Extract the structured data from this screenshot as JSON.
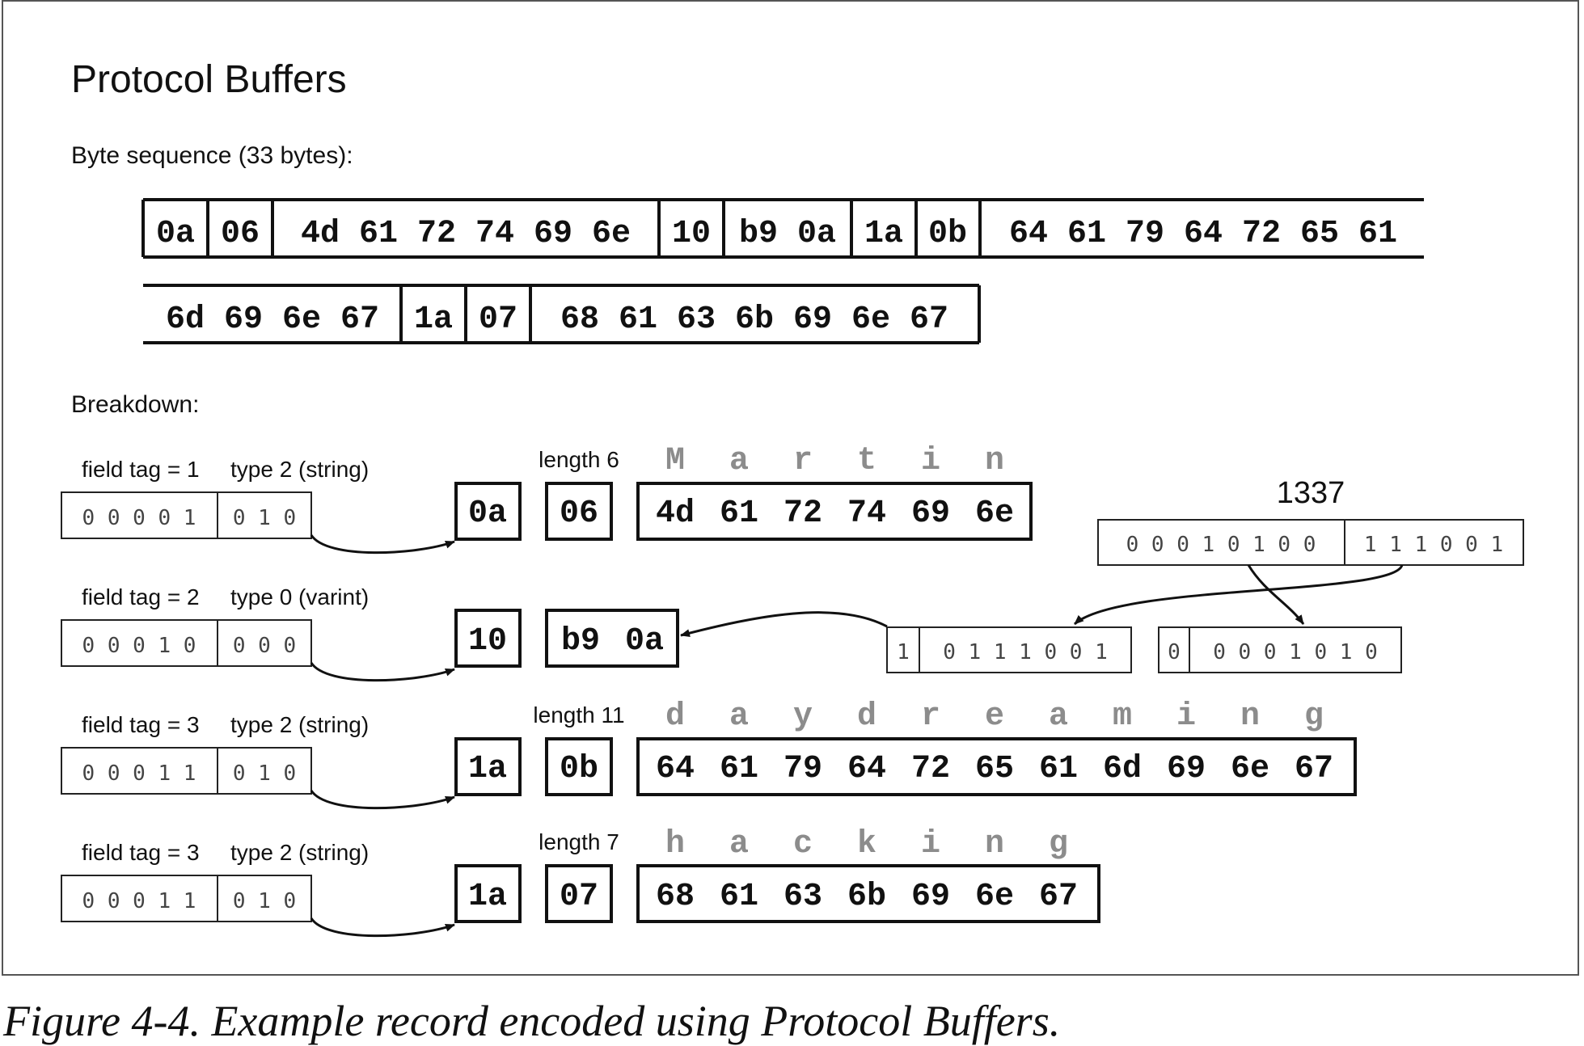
{
  "title": "Protocol Buffers",
  "byte_sequence_label": "Byte sequence (33 bytes):",
  "byte_row1": [
    "0a",
    "06",
    "4d 61 72 74 69 6e",
    "10",
    "b9 0a",
    "1a",
    "0b",
    "64 61 79 64 72 65 61"
  ],
  "byte_row2": [
    "6d 69 6e 67",
    "1a",
    "07",
    "68 61 63 6b 69 6e 67"
  ],
  "breakdown_label": "Breakdown:",
  "fields": [
    {
      "tag_label": "field tag = 1",
      "type_label": "type 2 (string)",
      "tag_bits": "0 0 0 0 1",
      "type_bits": "0 1 0",
      "tag_byte": "0a",
      "length_label": "length 6",
      "length_byte": "06",
      "chars": [
        "M",
        "a",
        "r",
        "t",
        "i",
        "n"
      ],
      "value_bytes": [
        "4d",
        "61",
        "72",
        "74",
        "69",
        "6e"
      ]
    },
    {
      "tag_label": "field tag = 2",
      "type_label": "type 0 (varint)",
      "tag_bits": "0 0 0 1 0",
      "type_bits": "0 0 0",
      "tag_byte": "10",
      "value_bytes": [
        "b9",
        "0a"
      ]
    },
    {
      "tag_label": "field tag = 3",
      "type_label": "type 2 (string)",
      "tag_bits": "0 0 0 1 1",
      "type_bits": "0 1 0",
      "tag_byte": "1a",
      "length_label": "length 11",
      "length_byte": "0b",
      "chars": [
        "d",
        "a",
        "y",
        "d",
        "r",
        "e",
        "a",
        "m",
        "i",
        "n",
        "g"
      ],
      "value_bytes": [
        "64",
        "61",
        "79",
        "64",
        "72",
        "65",
        "61",
        "6d",
        "69",
        "6e",
        "67"
      ]
    },
    {
      "tag_label": "field tag = 3",
      "type_label": "type 2 (string)",
      "tag_bits": "0 0 0 1 1",
      "type_bits": "0 1 0",
      "tag_byte": "1a",
      "length_label": "length 7",
      "length_byte": "07",
      "chars": [
        "h",
        "a",
        "c",
        "k",
        "i",
        "n",
        "g"
      ],
      "value_bytes": [
        "68",
        "61",
        "63",
        "6b",
        "69",
        "6e",
        "67"
      ]
    }
  ],
  "varint": {
    "value_label": "1337",
    "bits_high": "0 0 0 1 0 1 0 0",
    "bits_low": "1 1 1 0 0 1",
    "byte1_cont": "1",
    "byte1_bits": "0 1 1 1 0 0 1",
    "byte2_cont": "0",
    "byte2_bits": "0 0 0 1 0 1 0"
  },
  "caption": "Figure 4-4. Example record encoded using Protocol Buffers.",
  "colors": {
    "stroke": "#111111",
    "char_gray": "#8c8c8c",
    "bit_text": "#444444",
    "frame": "#555555"
  }
}
